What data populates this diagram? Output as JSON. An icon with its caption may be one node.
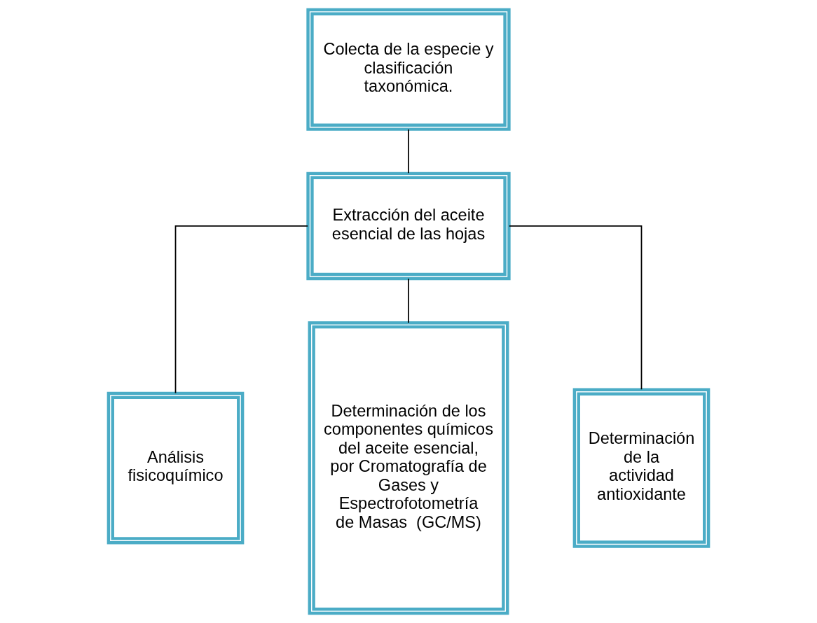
{
  "diagram": {
    "nodes": [
      {
        "text": [
          "Colecta de la especie y clasificación taxonómica."
        ]
      },
      {
        "text": [
          "Extracción del aceite esencial de las hojas"
        ]
      },
      {
        "text": [
          "Análisis fisicoquímico"
        ]
      },
      {
        "text": [
          "Determinación de los componentes químicos del aceite esencial, por Cromatografía de Gases y Espectrofotometría de Masas  (GC/MS)"
        ]
      },
      {
        "text": [
          "Determinación de la actividad antioxidante"
        ]
      }
    ],
    "edges": [
      {
        "from": 0,
        "to": 1,
        "arrow": "none"
      },
      {
        "from": 1,
        "to": 2,
        "arrow": "none"
      },
      {
        "from": 1,
        "to": 3,
        "arrow": "none"
      },
      {
        "from": 1,
        "to": 4,
        "arrow": "none"
      }
    ]
  }
}
